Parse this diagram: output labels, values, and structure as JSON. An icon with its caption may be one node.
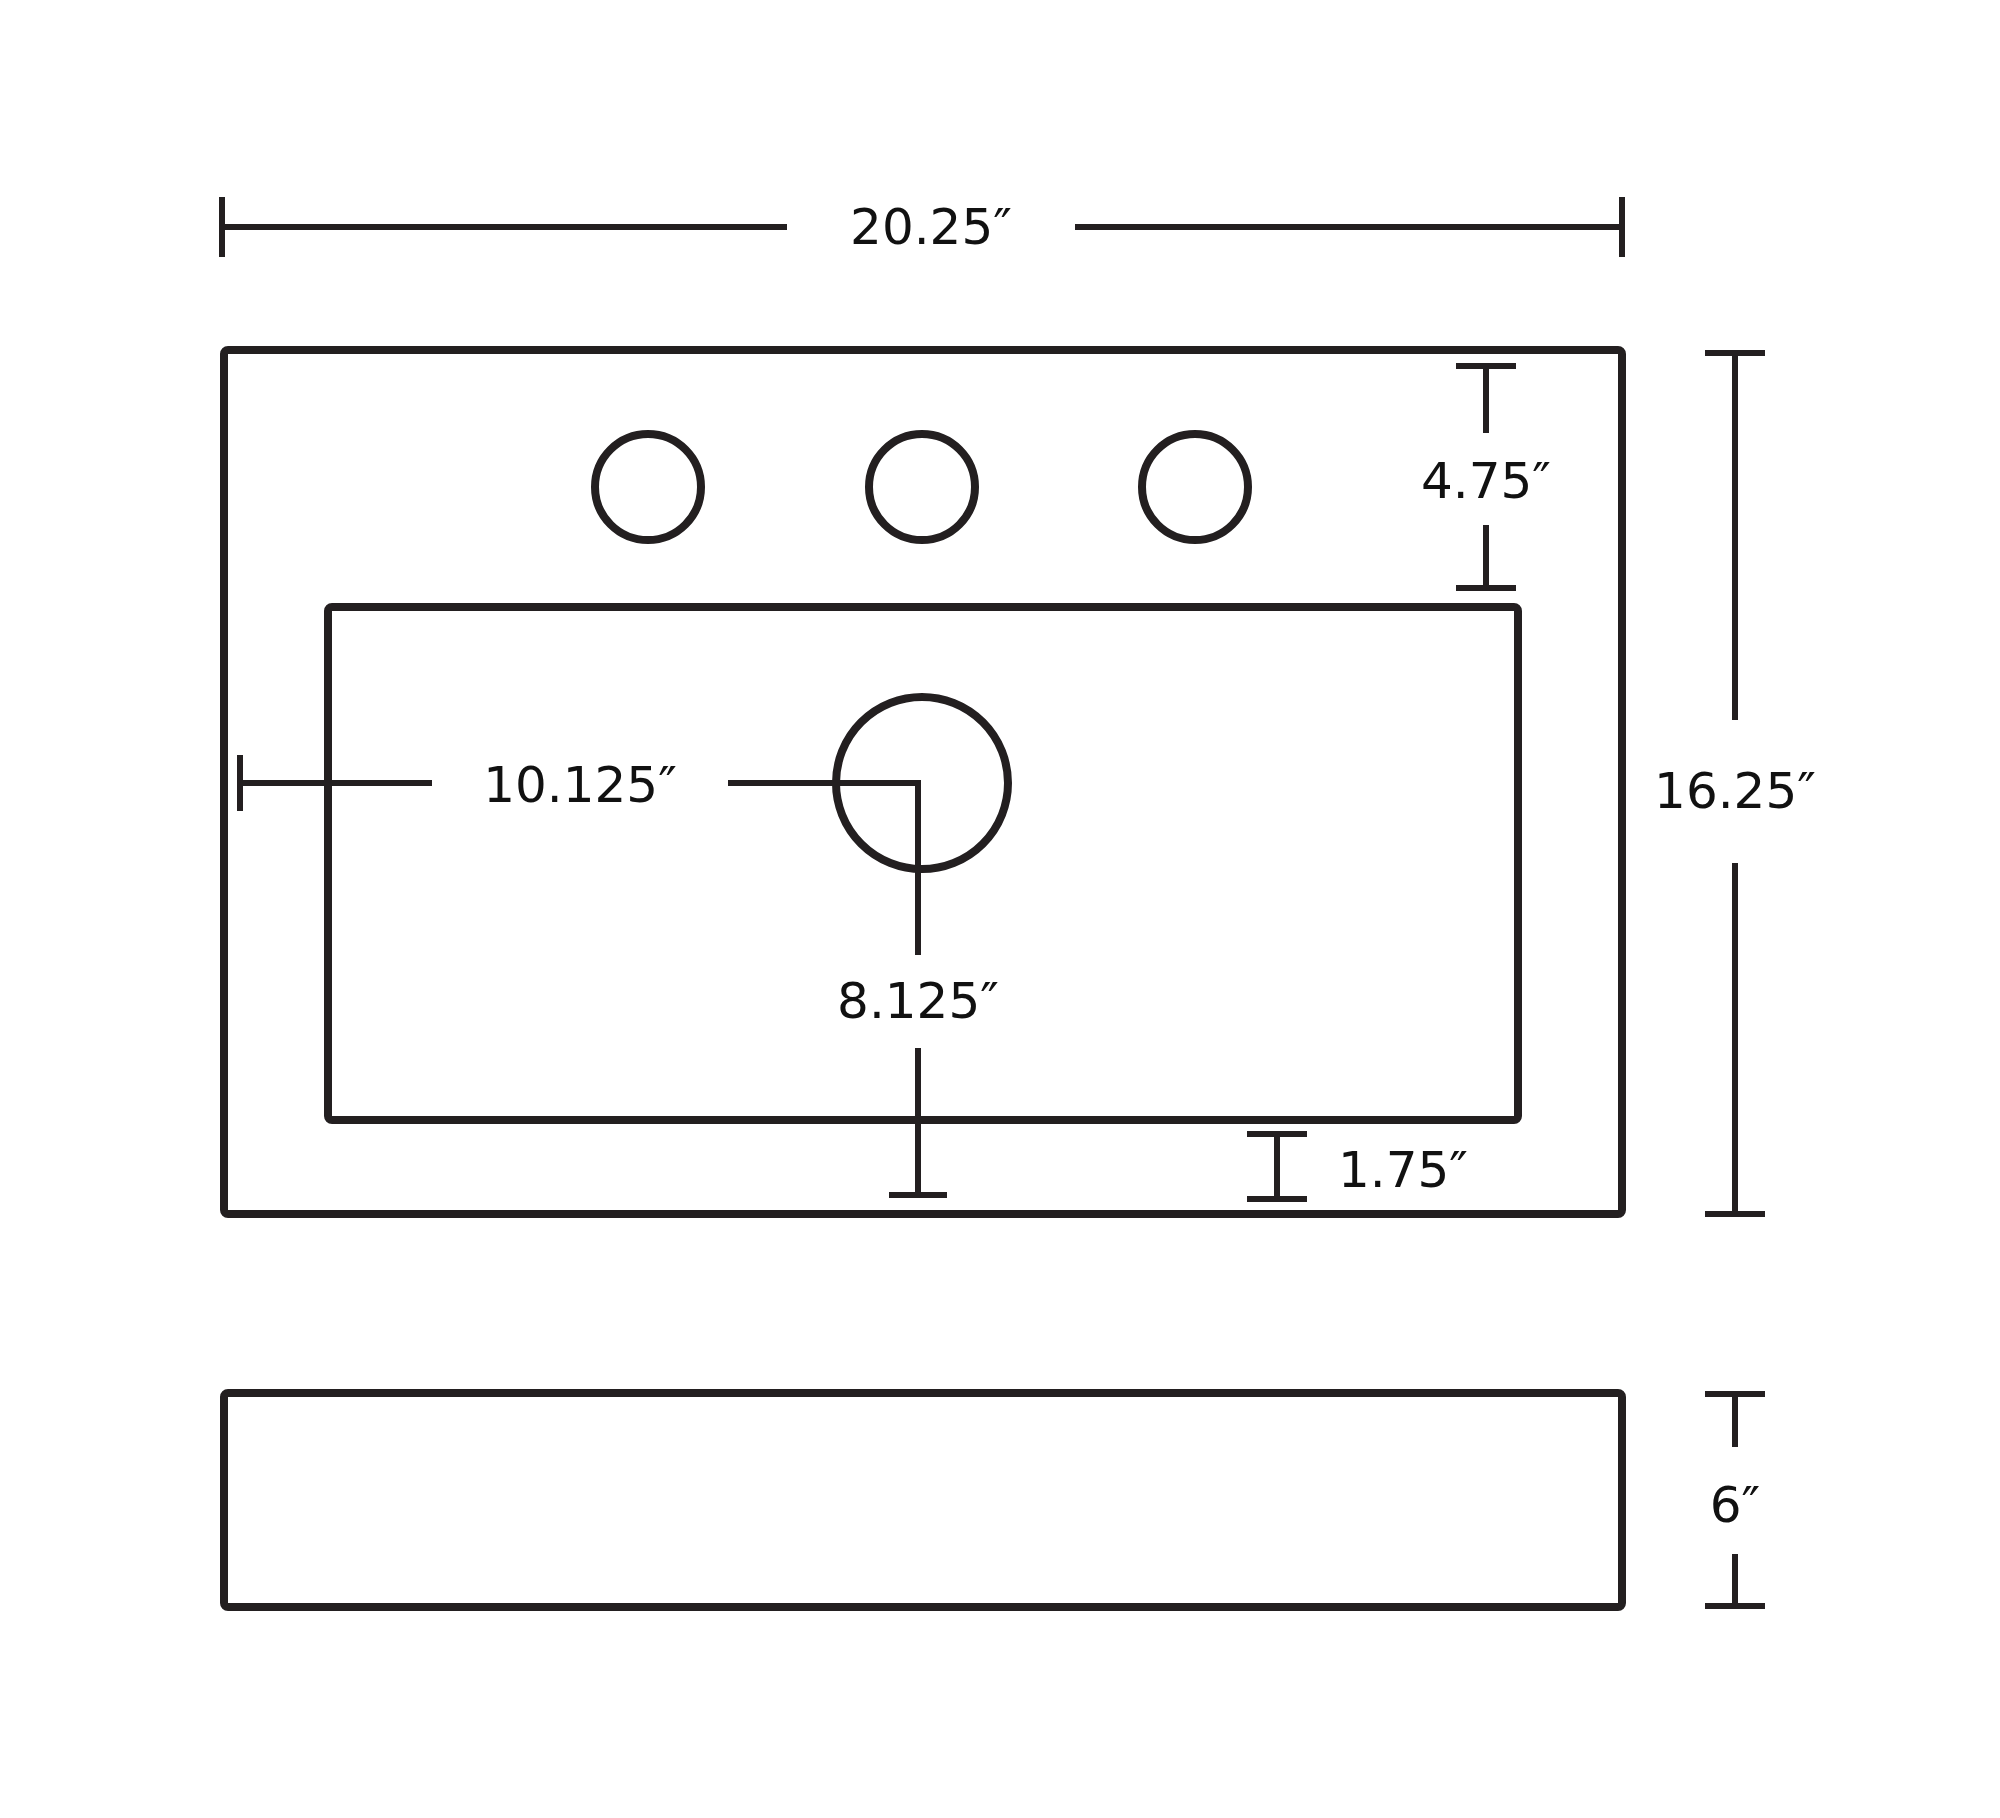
{
  "diagram": {
    "labels": [
      "20.25″",
      "4.75″",
      "10.125″",
      "16.25″",
      "8.125″",
      "1.75″",
      "6″"
    ]
  }
}
